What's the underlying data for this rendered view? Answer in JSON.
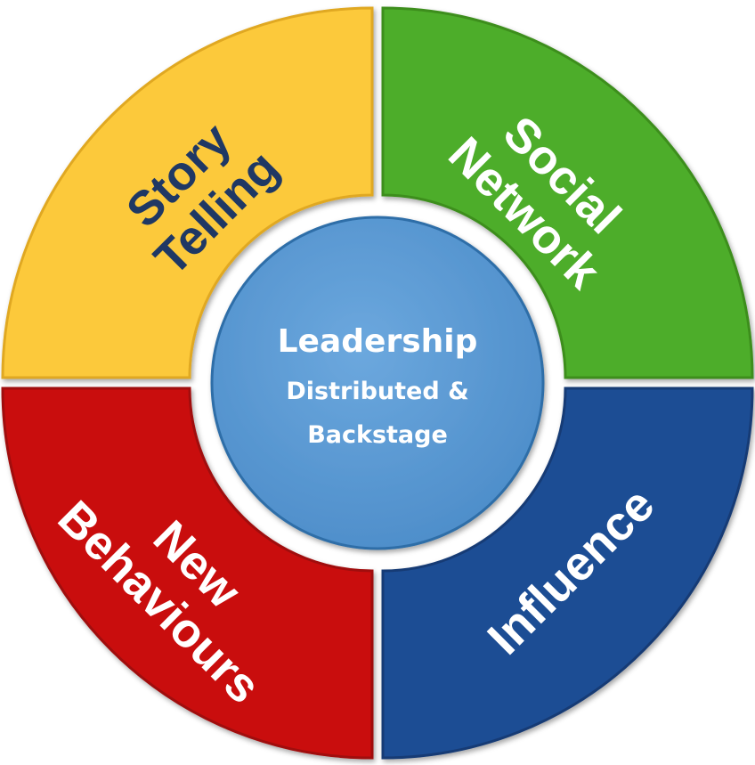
{
  "center": {
    "title": "Leadership",
    "line2": "Distributed &",
    "line3": "Backstage",
    "color": "#5B9BD5"
  },
  "quadrants": [
    {
      "id": "story-telling",
      "line1": "Story",
      "line2": "Telling",
      "color": "#FCC93A",
      "text_color": "#1F3864"
    },
    {
      "id": "social-network",
      "line1": "Social",
      "line2": "Network",
      "color": "#4EAD2B",
      "text_color": "#FFFFFF"
    },
    {
      "id": "influence",
      "line1": "Influence",
      "color": "#1E4D94",
      "text_color": "#FFFFFF"
    },
    {
      "id": "new-behaviours",
      "line1": "New",
      "line2": "Behaviours",
      "color": "#C90D0D",
      "text_color": "#FFFFFF"
    }
  ]
}
